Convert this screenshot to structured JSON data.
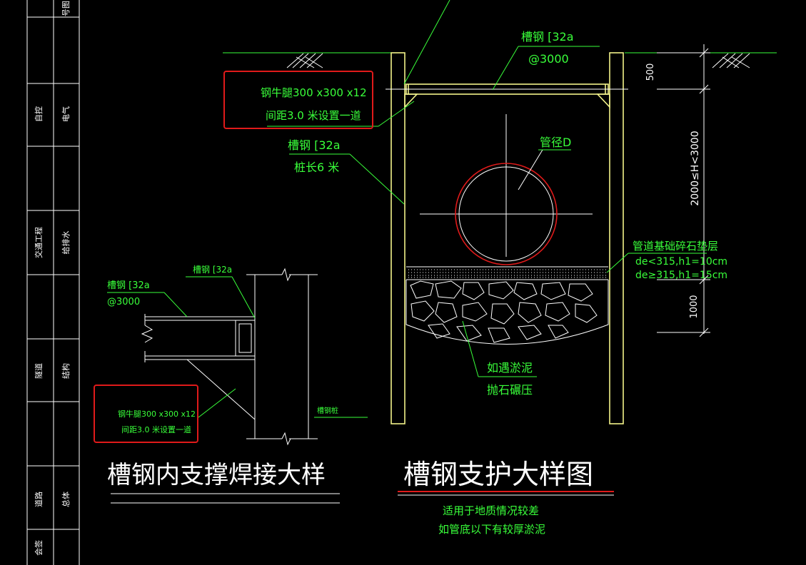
{
  "title_block": {
    "cells": [
      {
        "left": "",
        "right": "号图"
      },
      {
        "left": "",
        "right": ""
      },
      {
        "left": "自控",
        "right": "电气"
      },
      {
        "left": "",
        "right": ""
      },
      {
        "left": "交通工程",
        "right": "给排水"
      },
      {
        "left": "",
        "right": ""
      },
      {
        "left": "隧道",
        "right": "结构"
      },
      {
        "left": "",
        "right": ""
      },
      {
        "left": "道路",
        "right": "总体"
      },
      {
        "left": "会签",
        "right": ""
      }
    ]
  },
  "main_detail": {
    "top_channel_label": "槽钢 [32a",
    "top_channel_spacing": "@3000",
    "bracket_label_line1": "钢牛腿300 x300 x12",
    "bracket_label_line2": "间距3.0 米设置一道",
    "pile_label_line1": "槽钢 [32a",
    "pile_label_line2": "桩长6 米",
    "pipe_label": "管径D",
    "bedding_label": "管道基础碎石垫层",
    "bedding_rule1": "de<315,h1=10cm",
    "bedding_rule2": "de≥315,h1=15cm",
    "silt_label_line1": "如遇淤泥",
    "silt_label_line2": "抛石碾压",
    "dim_500": "500",
    "dim_depth": "2000≤H<3000",
    "dim_1000": "1000",
    "title": "槽钢支护大样图",
    "note_line1": "适用于地质情况较差",
    "note_line2": "如管底以下有较厚淤泥"
  },
  "weld_detail": {
    "channel_label": "槽钢 [32a",
    "channel_label_left": "槽钢 [32a",
    "spacing": "@3000",
    "bracket_label_line1": "钢牛腿300 x300 x12",
    "bracket_label_line2": "间距3.0 米设置一道",
    "pile_label": "槽钢桩",
    "title": "槽钢内支撑焊接大样"
  },
  "colors": {
    "background": "#000000",
    "annotation_green": "#39ff3a",
    "geometry_white": "#ffffff",
    "highlight_red": "#e01a1a",
    "channel_yellow": "#f2f28a"
  }
}
